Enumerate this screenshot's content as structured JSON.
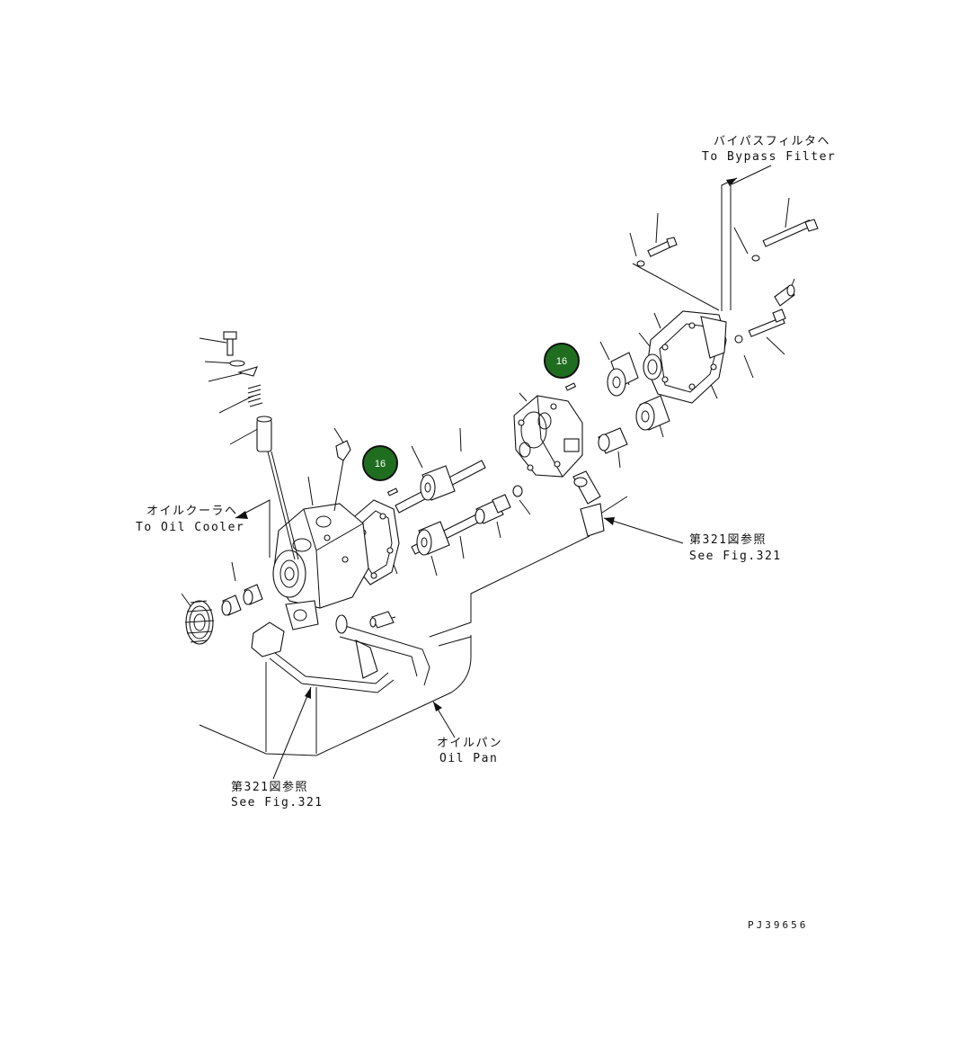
{
  "labels": {
    "bypass_jp": "バイパスフィルタヘ",
    "bypass_en": "To Bypass Filter",
    "cooler_jp": "オイルクーラヘ",
    "cooler_en": "To Oil Cooler",
    "fig_right_jp": "第321図参照",
    "fig_right_en": "See Fig.321",
    "oilpan_jp": "オイルパン",
    "oilpan_en": "Oil Pan",
    "fig_bottom_jp": "第321図参照",
    "fig_bottom_en": "See Fig.321",
    "drawing_code": "PJ39656"
  },
  "callouts": [
    {
      "number": "16"
    },
    {
      "number": "16"
    }
  ],
  "colors": {
    "callout_fill": "#1f6e1f",
    "line": "#111111"
  }
}
